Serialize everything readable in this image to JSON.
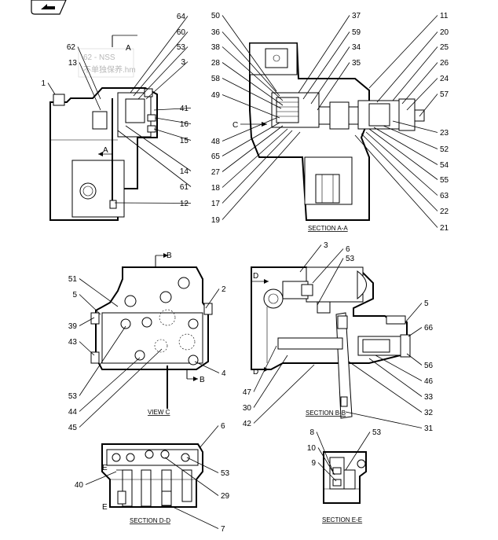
{
  "header": {
    "icon": "arrow-tab-icon"
  },
  "watermark": {
    "line1": "62 - NSS",
    "line2": "不单独保养.hm"
  },
  "views": {
    "section_aa": "SECTION  A-A",
    "view_c": "VIEW  C",
    "section_bb": "SECTION  B-B",
    "section_dd": "SECTION  D-D",
    "section_ee": "SECTION  E-E"
  },
  "cut_letters": {
    "a": "A",
    "b": "B",
    "c": "C",
    "d": "D",
    "e": "E"
  },
  "callouts": {
    "tl": [
      "64",
      "60",
      "62",
      "53",
      "13",
      "3",
      "1",
      "41",
      "16",
      "15",
      "14",
      "61",
      "12"
    ],
    "tr": [
      "50",
      "37",
      "11",
      "36",
      "59",
      "20",
      "38",
      "34",
      "25",
      "28",
      "35",
      "26",
      "58",
      "24",
      "49",
      "57",
      "48",
      "23",
      "65",
      "52",
      "27",
      "54",
      "18",
      "55",
      "17",
      "63",
      "19",
      "22",
      "21"
    ],
    "ml": [
      "51",
      "5",
      "39",
      "43",
      "53",
      "44",
      "45",
      "2",
      "4"
    ],
    "mr": [
      "3",
      "6",
      "53",
      "5",
      "66",
      "47",
      "56",
      "30",
      "46",
      "42",
      "33",
      "32",
      "31"
    ],
    "bl": [
      "6",
      "40",
      "53",
      "29",
      "7"
    ],
    "br": [
      "8",
      "53",
      "10",
      "9"
    ]
  }
}
